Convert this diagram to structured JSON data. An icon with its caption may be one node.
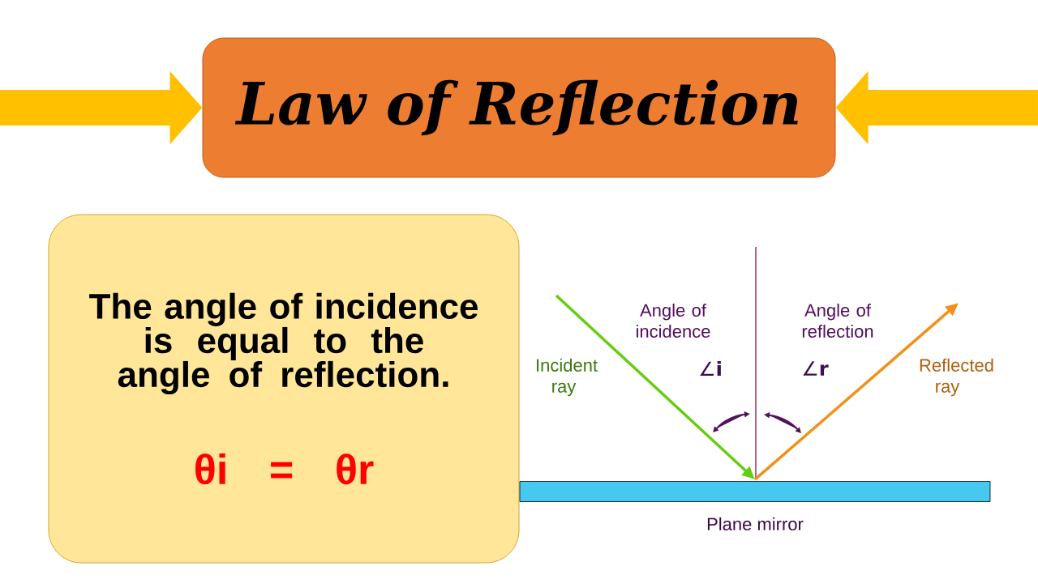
{
  "diagram": {
    "nodes": [
      {
        "text": [
          "Law of Reflection"
        ]
      },
      {
        "text": [
          "The angle of incidence is equal to the angle of reflection.",
          "θi = θr"
        ]
      },
      {
        "text": [],
        "shape": "bar",
        "beside": [
          "Plane mirror"
        ]
      }
    ],
    "edges": [
      {
        "from": null,
        "to": 0,
        "arrow": "to",
        "style": "thick",
        "color": "#ffc000"
      },
      {
        "from": null,
        "to": 0,
        "arrow": "to",
        "style": "thick",
        "color": "#ffc000"
      },
      {
        "from": null,
        "to": 2,
        "arrow": "to",
        "color": "#66cc11"
      },
      {
        "from": 2,
        "to": null,
        "arrow": "to",
        "color": "#f39019"
      }
    ],
    "labels": [
      "Angle of incidence",
      "Angle of reflection",
      "Incident ray",
      "∠**i**",
      "∠**r**",
      "Reflected ray"
    ]
  }
}
